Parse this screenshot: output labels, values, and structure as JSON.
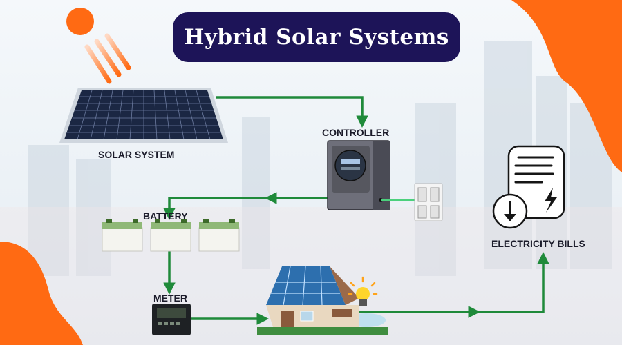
{
  "title": "Hybrid Solar Systems",
  "labels": {
    "solar_system": "SOLAR SYSTEM",
    "controller": "CONTROLLER",
    "battery": "BATTERY",
    "meter": "METER",
    "electricity_bills": "ELECTRICITY BILLS"
  },
  "colors": {
    "title_bg": "#1d1458",
    "accent_orange": "#ff6a13",
    "flow_green": "#1f8a3a"
  }
}
